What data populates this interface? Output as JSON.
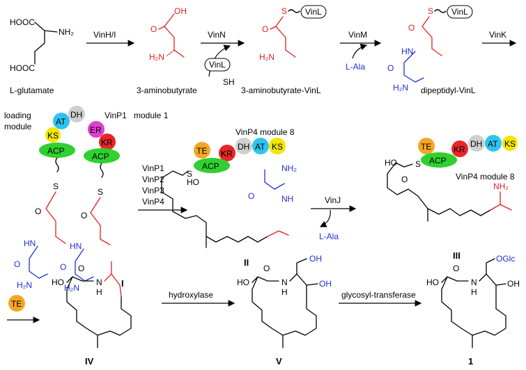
{
  "colors": {
    "precursor": "#e41e1e",
    "alanine": "#1f2fd6",
    "TE": "#f5a623",
    "AT": "#2ec4f0",
    "DH": "#cfcfcf",
    "KS": "#f3e600",
    "ACP": "#2fd02f",
    "ER": "#e040d0",
    "KR": "#e8262a"
  },
  "row1": {
    "glutamate": {
      "cooh_top": "HOOC",
      "cooh_bottom": "HOOC",
      "nh2": "NH₂",
      "name": "L-glutamate"
    },
    "step1": "VinH/I",
    "aminobutyrate": {
      "oh": "OH",
      "o": "O",
      "nh2": "H₂N",
      "name": "3-aminobutyrate"
    },
    "step2": "VinN",
    "vinl_sh": {
      "carrier": "VinL",
      "sh": "SH"
    },
    "aminobutyrate_vinl": {
      "s": "S",
      "carrier": "VinL",
      "o": "O",
      "nh2": "H₂N",
      "name": "3-aminobutyrate-VinL"
    },
    "step3": "VinM",
    "l_ala": "L-Ala",
    "dipeptidyl": {
      "s": "S",
      "carrier": "VinL",
      "o1": "O",
      "o2": "O",
      "hn": "HN",
      "nh2": "H₂N",
      "name": "dipeptidyl-VinL"
    },
    "step4": "VinK"
  },
  "row2": {
    "loading_module": "loading",
    "loading_module2": "module",
    "vinp1": "VinP1",
    "module1": "module 1",
    "domains_loading": [
      "AT",
      "DH",
      "KS",
      "ACP"
    ],
    "domains_m1": [
      "ER",
      "KR",
      "ACP"
    ],
    "s": "S",
    "o": "O",
    "hn": "HN",
    "nh2": "H₂N",
    "compound_I": "I",
    "enzymes": [
      "VinP1",
      "VinP2",
      "VinP3",
      "VinP4"
    ],
    "compound_II_header": "VinP4  module 8",
    "domains_II": [
      "TE",
      "KR",
      "ACP",
      "DH",
      "AT",
      "KS"
    ],
    "ho": "HO",
    "nh2_II": "NH₂",
    "nh_II": "NH",
    "compound_II": "II",
    "step_vinj": "VinJ",
    "l_ala_out": "L-Ala",
    "domains_III": [
      "TE",
      "KR",
      "ACP",
      "DH",
      "AT",
      "KS"
    ],
    "compound_III_header": "VinP4  module 8",
    "nh2_III": "NH₂",
    "compound_III": "III"
  },
  "row3": {
    "te": "TE",
    "ho": "HO",
    "o": "O",
    "n": "N",
    "h": "H",
    "compound_IV": "IV",
    "step_hydroxylase": "hydroxylase",
    "oh": "OH",
    "nh": "N",
    "compound_V": "V",
    "step_glycosyl": "glycosyl-transferase",
    "oglc": "OGlc",
    "compound_1": "1"
  }
}
